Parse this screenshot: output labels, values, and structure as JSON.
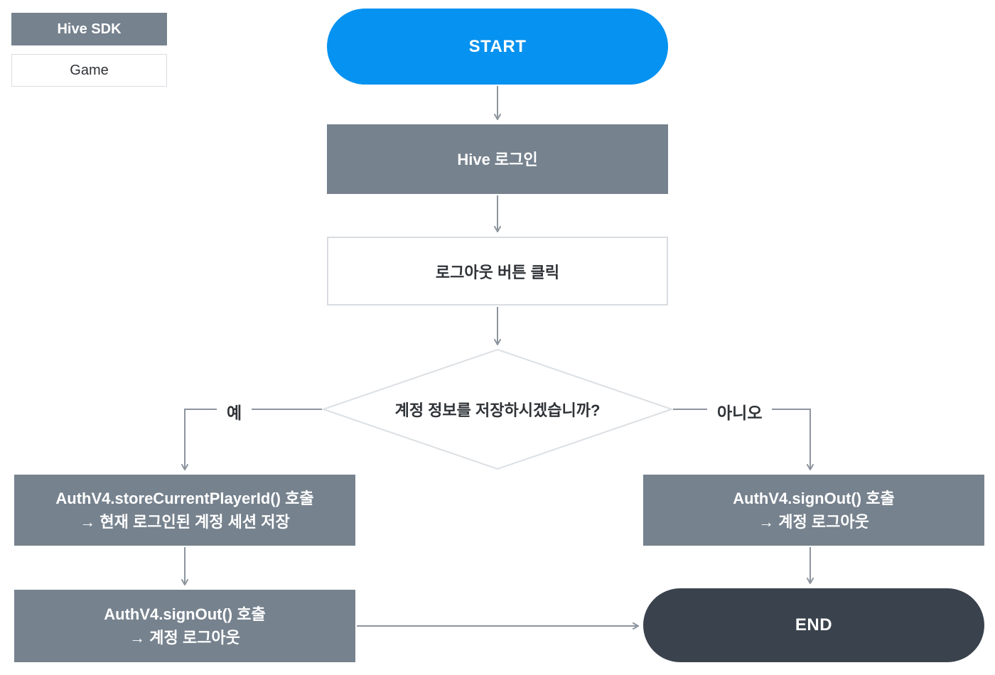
{
  "legend": {
    "hive_sdk": "Hive SDK",
    "game": "Game"
  },
  "nodes": {
    "start": "START",
    "hive_login": "Hive 로그인",
    "logout_click": "로그아웃 버튼 클릭",
    "decision": "계정 정보를 저장하시겠습니까?",
    "yes_label": "예",
    "no_label": "아니오",
    "store_line1": "AuthV4.storeCurrentPlayerId() 호출",
    "store_line2": "→ 현재 로그인된 계정 세션 저장",
    "signout_right_line1": "AuthV4.signOut() 호출",
    "signout_right_line2": "→ 계정 로그아웃",
    "signout_left_line1": "AuthV4.signOut() 호출",
    "signout_left_line2": "→ 계정 로그아웃",
    "end": "END"
  },
  "colors": {
    "start_blue": "#0692F0",
    "process_gray": "#76828E",
    "end_dark": "#3A434D",
    "border_gray": "#D9DDE2",
    "arrow_gray": "#8D959E",
    "text_dark": "#2F3337"
  }
}
